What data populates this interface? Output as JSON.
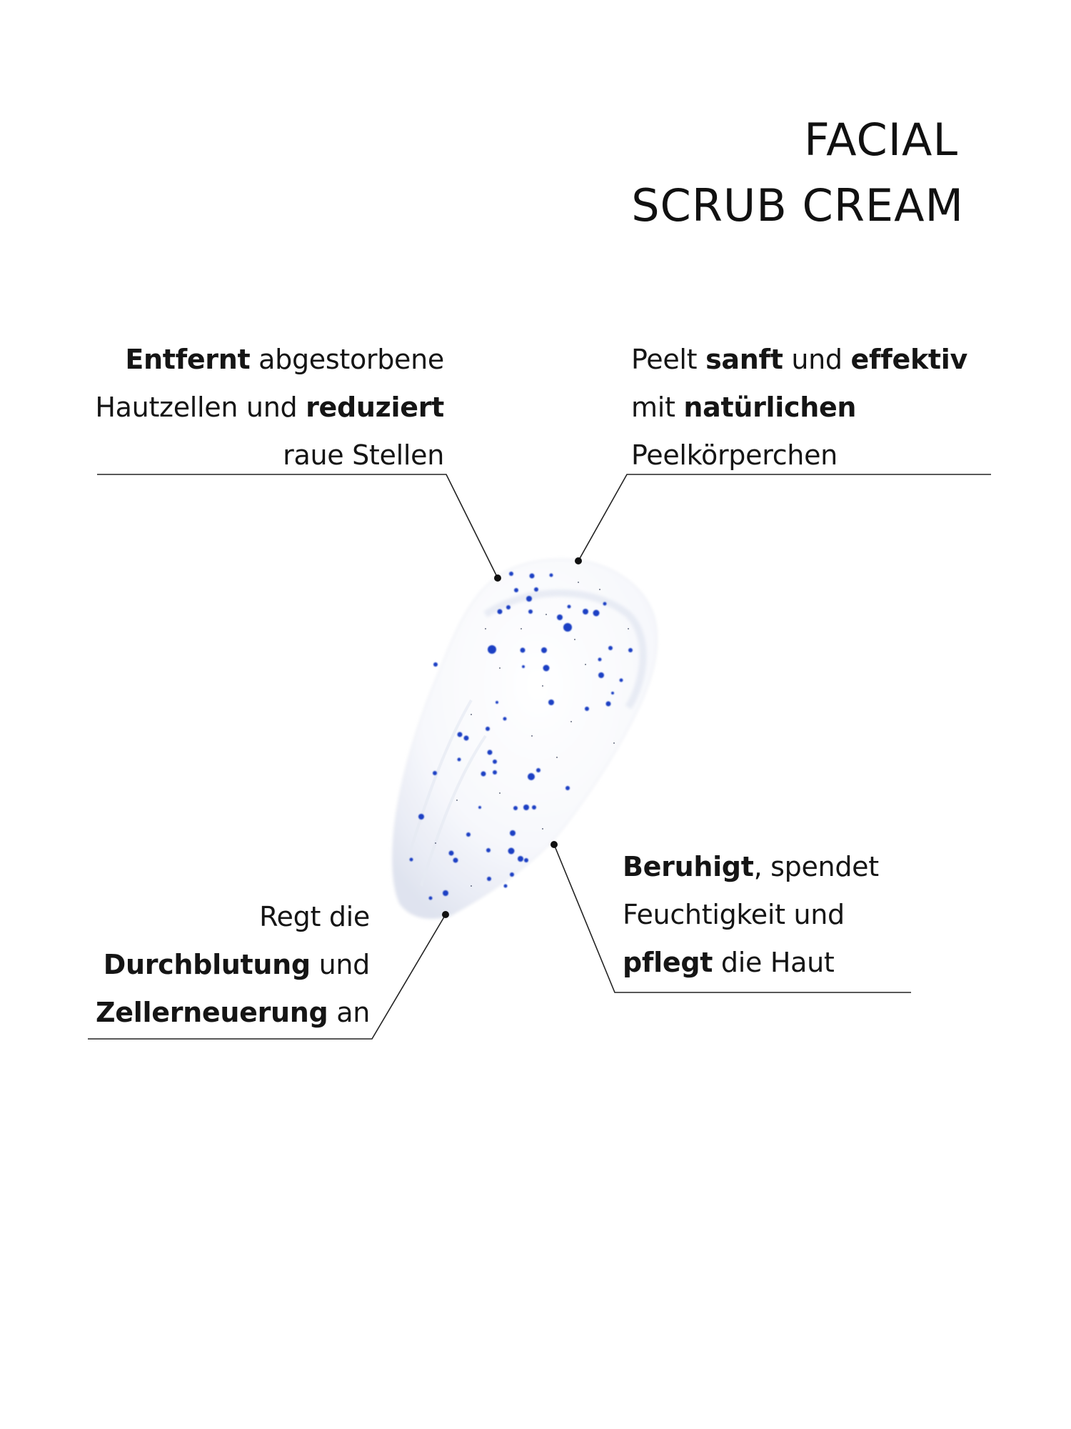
{
  "title": {
    "line1": "FACIAL",
    "line2": "SCRUB CREAM"
  },
  "callouts": {
    "top_left": {
      "lines": [
        {
          "bold": "Entfernt",
          "rest": " abgestorbene"
        },
        {
          "pre": "Hautzellen und ",
          "bold": "reduziert"
        },
        {
          "pre": "raue Stellen"
        }
      ]
    },
    "top_right": {
      "lines": [
        {
          "pre": "Peelt ",
          "bold": "sanft",
          "mid": " und ",
          "bold2": "effektiv"
        },
        {
          "pre": "mit ",
          "bold": "natürlichen"
        },
        {
          "pre": "Peelkörperchen"
        }
      ]
    },
    "bottom_left": {
      "lines": [
        {
          "pre": "Regt die"
        },
        {
          "bold": "Durchblutung",
          "rest": " und"
        },
        {
          "bold": "Zellerneuerung",
          "rest": " an"
        }
      ]
    },
    "bottom_right": {
      "lines": [
        {
          "bold": "Beruhigt",
          "rest": ", spendet"
        },
        {
          "pre": "Feuchtigkeit und"
        },
        {
          "bold": "pflegt",
          "rest": " die Haut"
        }
      ]
    }
  },
  "colors": {
    "text": "#111111",
    "line": "#222222",
    "speckle": "#1a3fc4",
    "cream": "#f4f6fb"
  }
}
